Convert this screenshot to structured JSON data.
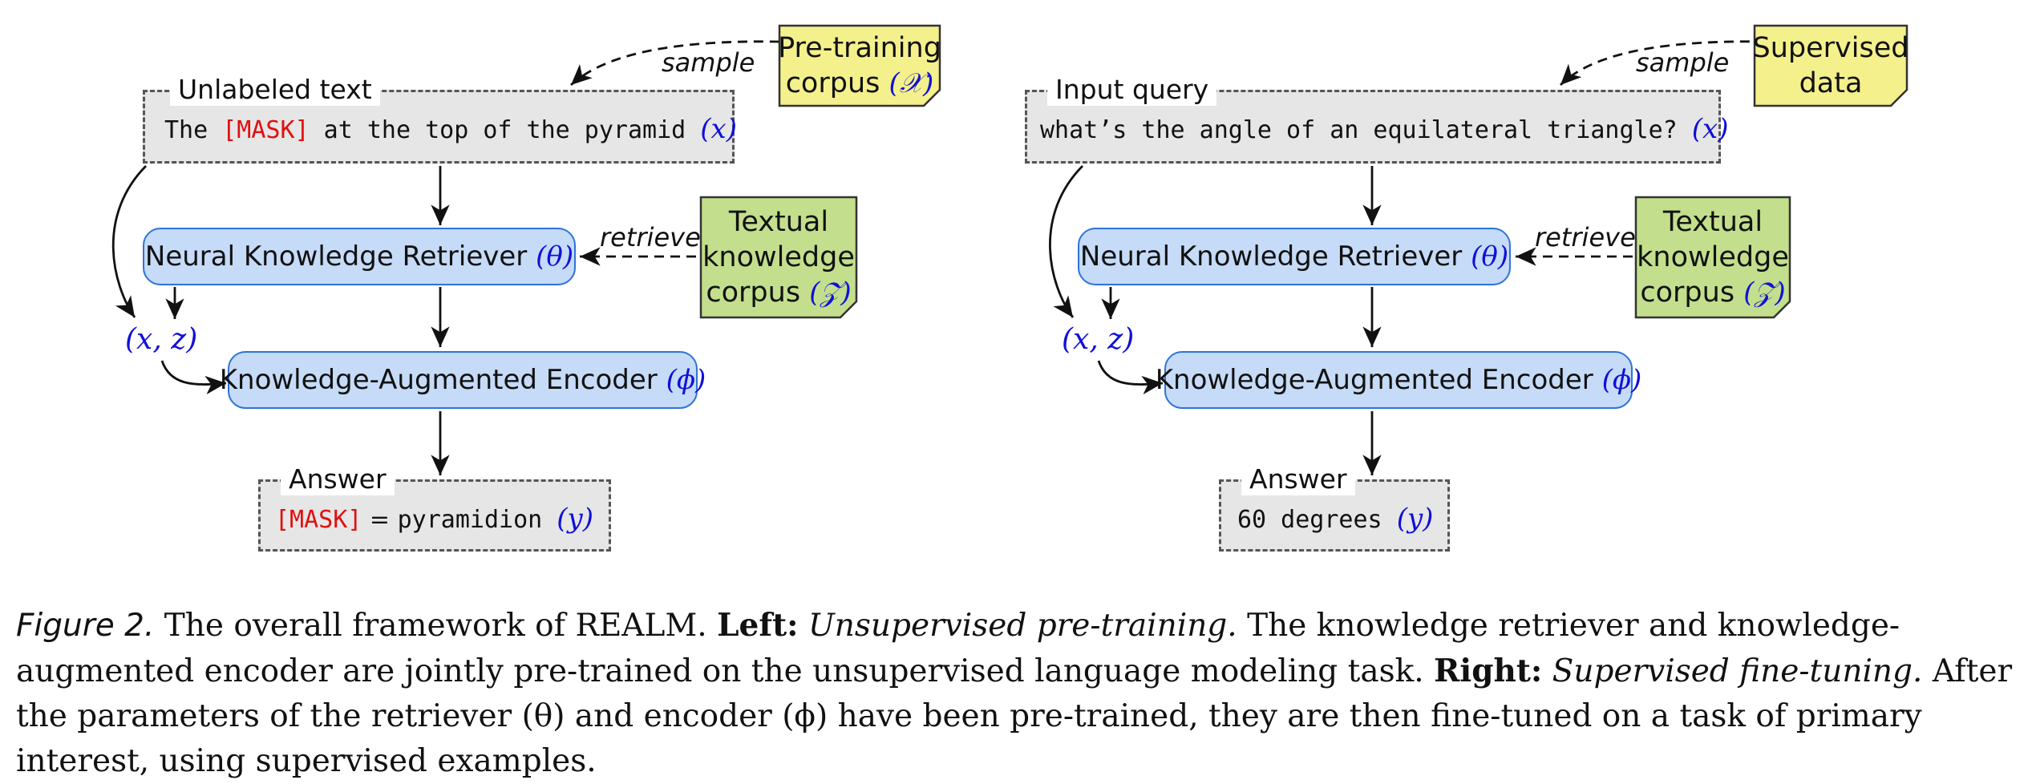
{
  "left": {
    "corpus_note": {
      "line1": "Pre-training",
      "line2": "corpus",
      "var": "(𝒳)"
    },
    "sample_label": "sample",
    "input_box": {
      "title": "Unlabeled text",
      "text_before": "The ",
      "mask": "[MASK]",
      "text_after": " at the top of the pyramid",
      "var": "(x)"
    },
    "retriever": {
      "label": "Neural Knowledge Retriever",
      "var": "(θ)"
    },
    "retrieve_label": "retrieve",
    "knowledge_note": {
      "line1": "Textual",
      "line2": "knowledge",
      "line3": "corpus",
      "var": "(𝒵)"
    },
    "xz_label": "(x, z)",
    "encoder": {
      "label": "Knowledge-Augmented Encoder",
      "var": "(ϕ)"
    },
    "answer_box": {
      "title": "Answer",
      "mask": "[MASK]",
      "equals": " = ",
      "text": "pyramidion",
      "var": "(y)"
    }
  },
  "right": {
    "corpus_note": {
      "line1": "Supervised",
      "line2": "data"
    },
    "sample_label": "sample",
    "input_box": {
      "title": "Input query",
      "text": "what’s the angle of an equilateral triangle?",
      "var": "(x)"
    },
    "retriever": {
      "label": "Neural Knowledge Retriever",
      "var": "(θ)"
    },
    "retrieve_label": "retrieve",
    "knowledge_note": {
      "line1": "Textual",
      "line2": "knowledge",
      "line3": "corpus",
      "var": "(𝒵)"
    },
    "xz_label": "(x, z)",
    "encoder": {
      "label": "Knowledge-Augmented Encoder",
      "var": "(ϕ)"
    },
    "answer_box": {
      "title": "Answer",
      "text": "60 degrees",
      "var": "(y)"
    }
  },
  "caption": {
    "fig_label": "Figure 2.",
    "part1": " The overall framework of REALM. ",
    "left_bold": "Left:",
    "left_italic": " Unsupervised pre-training.",
    "part2": "  The knowledge retriever and knowledge-augmented encoder are jointly pre-trained on the unsupervised language modeling task. ",
    "right_bold": "Right:",
    "right_italic": " Supervised fine-tuning.",
    "part3": " After the parameters of the retriever (θ) and encoder (ϕ) have been pre-trained, they are then fine-tuned on a task of primary interest, using supervised examples."
  },
  "colors": {
    "blue_box_fill": "#c5dbf7",
    "blue_box_border": "#2e73d8",
    "yellow_note": "#f4f08c",
    "green_note": "#c3df8d",
    "mask_red": "#e01010",
    "math_blue": "#1010d8",
    "gray_box": "#e6e6e6"
  }
}
